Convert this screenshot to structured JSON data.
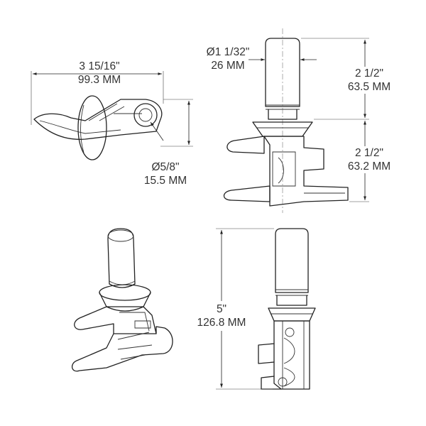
{
  "dimensions": {
    "overall_width": {
      "imperial": "3 15/16\"",
      "metric": "99.3 MM"
    },
    "hole_diameter": {
      "imperial": "Ø5/8\"",
      "metric": "15.5 MM"
    },
    "shaft_diameter": {
      "imperial": "Ø1 1/32\"",
      "metric": "26 MM"
    },
    "upper_height": {
      "imperial": "2 1/2\"",
      "metric": "63.5 MM"
    },
    "lower_height": {
      "imperial": "2 1/2\"",
      "metric": "63.2 MM"
    },
    "total_height": {
      "imperial": "5\"",
      "metric": "126.8 MM"
    }
  },
  "colors": {
    "line": "#222222",
    "text": "#333333",
    "background": "#ffffff"
  }
}
